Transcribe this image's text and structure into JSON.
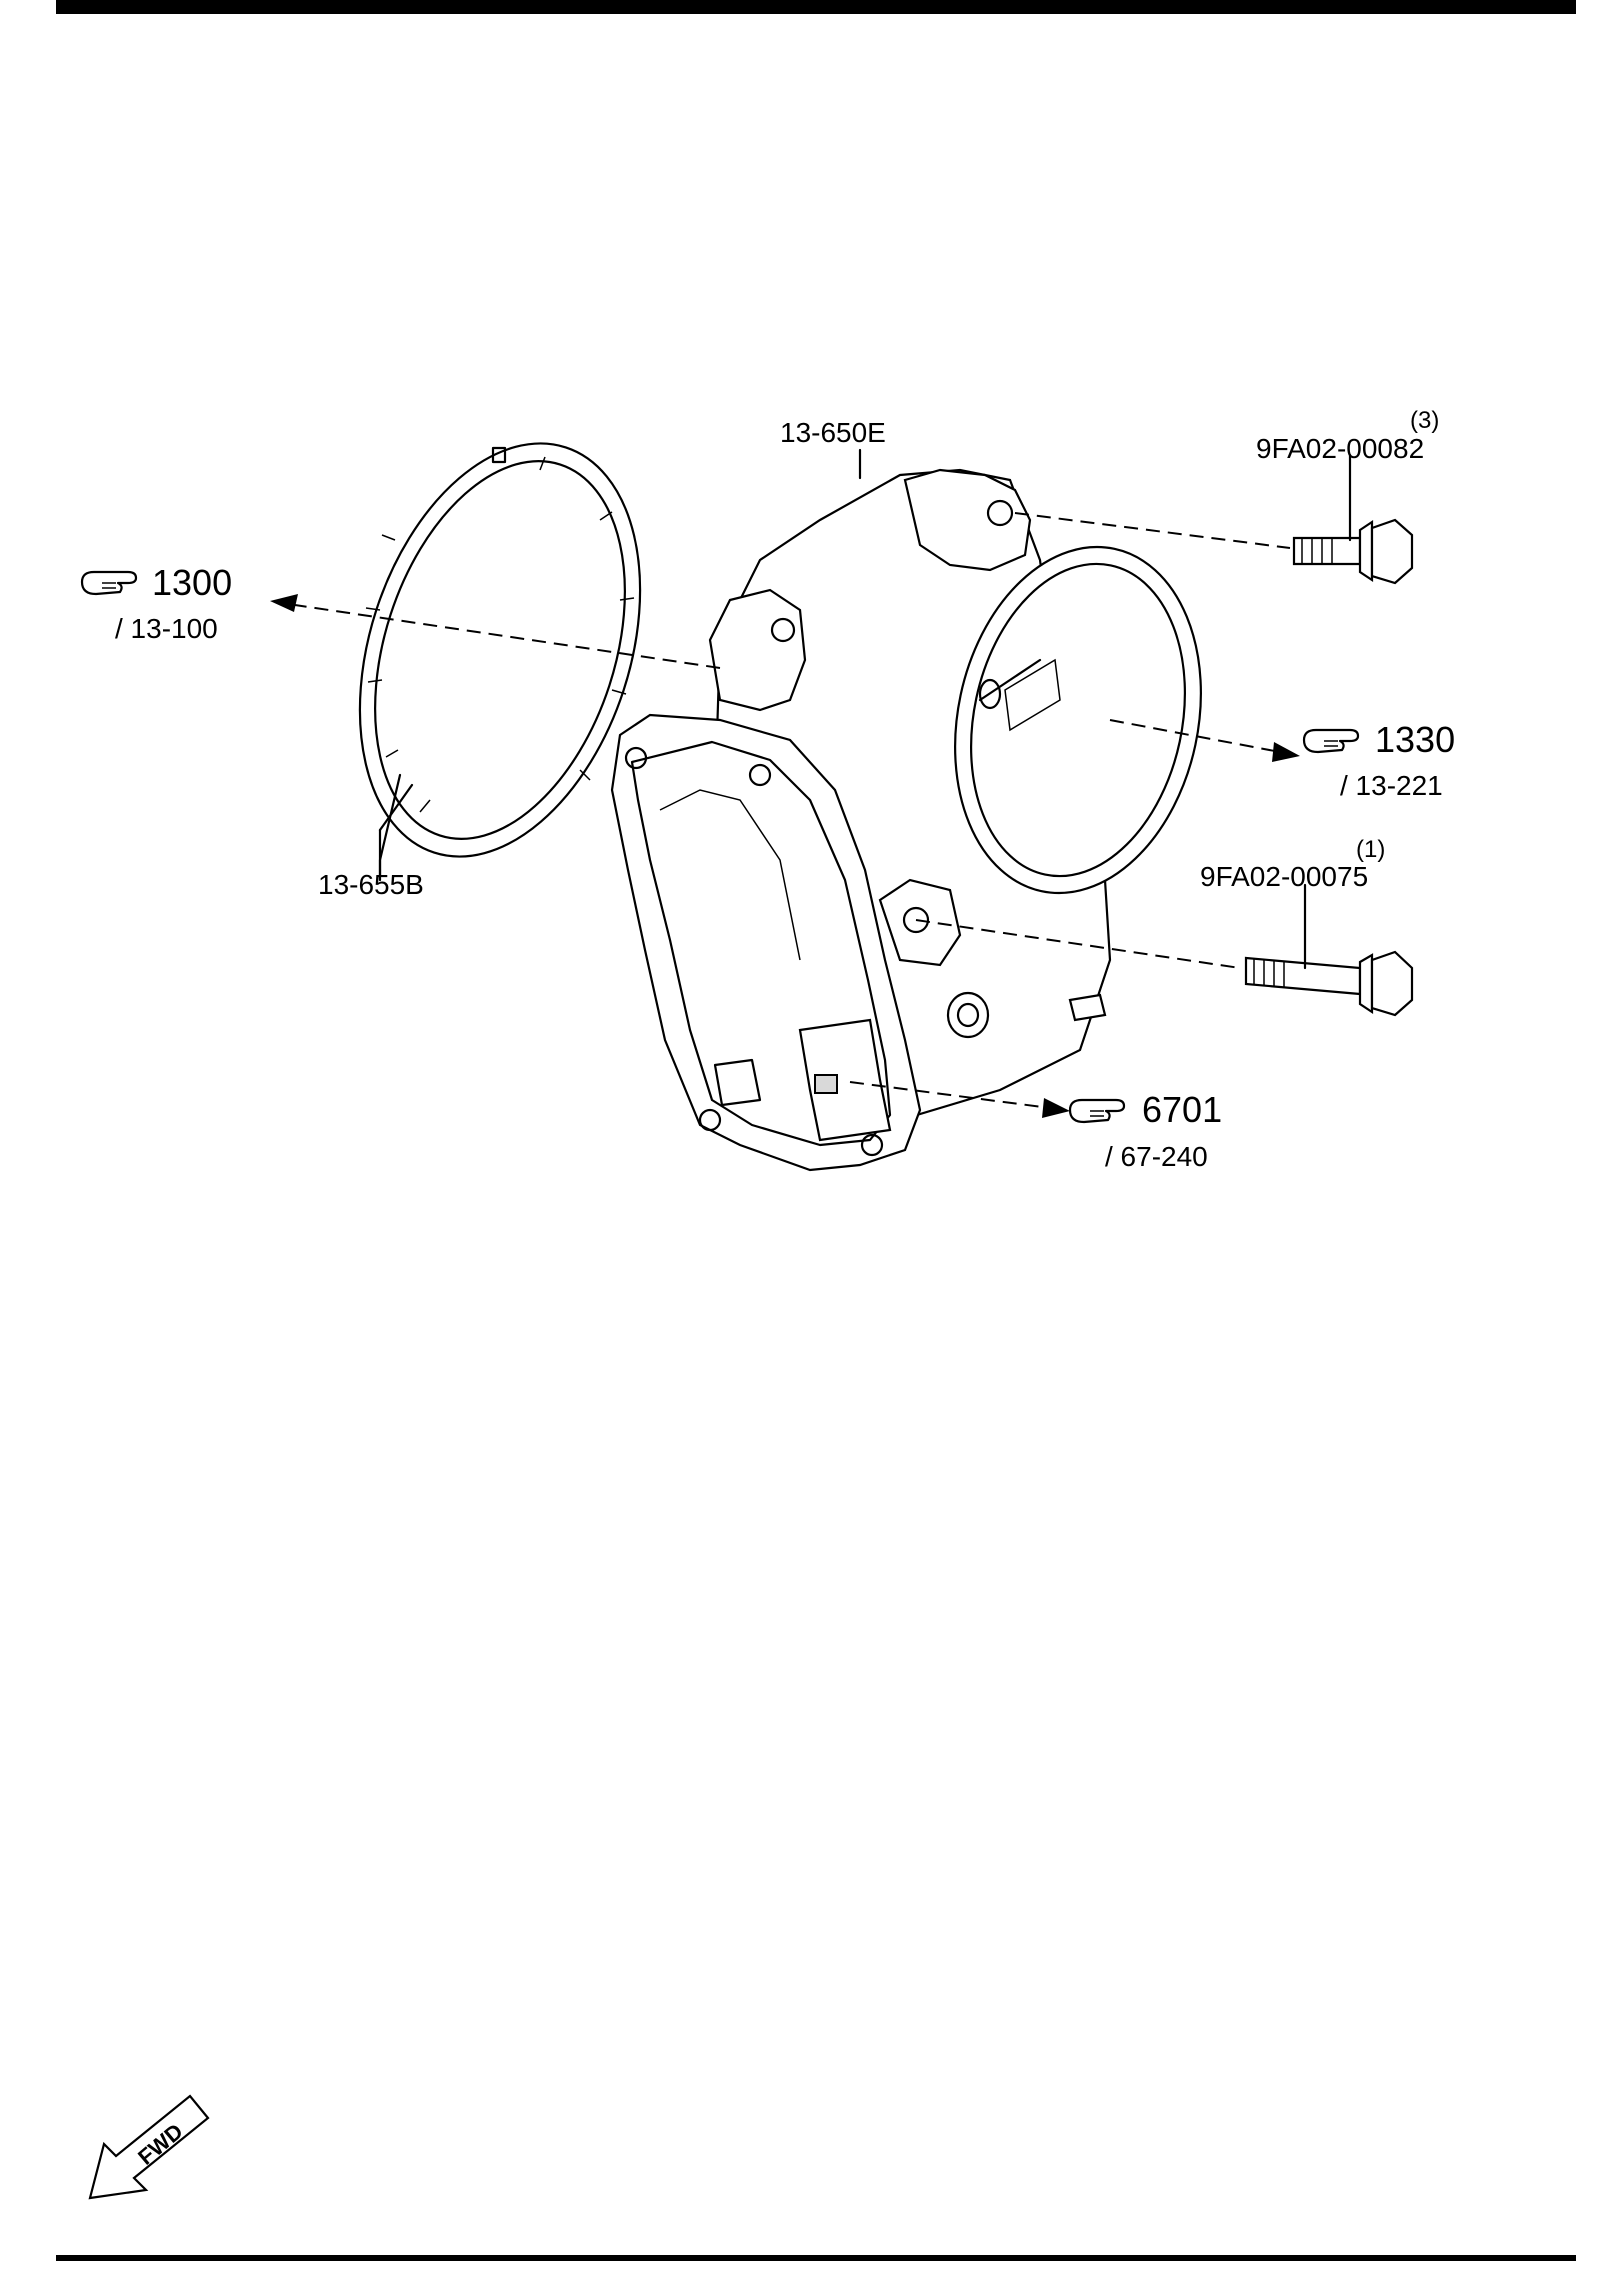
{
  "parts": {
    "throttle_body": "13-650E",
    "gasket": "13-655B",
    "bolt_upper": {
      "part_no": "9FA02-00082",
      "qty": "(3)"
    },
    "bolt_lower": {
      "part_no": "9FA02-00075",
      "qty": "(1)"
    }
  },
  "references": [
    {
      "number": "1300",
      "sub": "/ 13-100"
    },
    {
      "number": "1330",
      "sub": "/ 13-221"
    },
    {
      "number": "6701",
      "sub": "/ 67-240"
    }
  ],
  "direction_indicator": {
    "label": "FWD",
    "icon": "fwd-arrow-icon"
  },
  "icons": {
    "reference": "pointing-hand-icon"
  }
}
